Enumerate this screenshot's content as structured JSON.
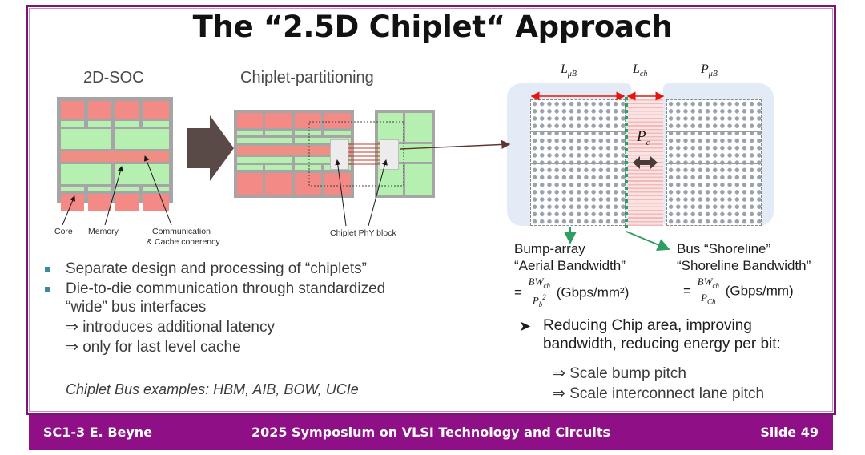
{
  "slide": {
    "title": "The “2.5D Chiplet“ Approach",
    "border_color": "#7a1571",
    "accent_color": "#8e0f86",
    "bullet_marker_color": "#3d8a9e"
  },
  "left_diagram": {
    "soc_heading": "2D-SOC",
    "partition_heading": "Chiplet-partitioning",
    "callouts": {
      "core": "Core",
      "memory": "Memory",
      "communication_line1": "Communication",
      "communication_line2": "& Cache coherency",
      "phy": "Chiplet PhY block"
    },
    "colors": {
      "core": "#f48a85",
      "memory": "#b6f0b0",
      "communication": "#ef8f83",
      "substrate": "#a5a5a5",
      "phy_block": "#e8e8e8",
      "link_lines": "#c0392b"
    }
  },
  "right_diagram": {
    "labels": {
      "l_microbump": "L",
      "l_microbump_sub": "μB",
      "l_channel": "L",
      "l_channel_sub": "ch",
      "p_microbump": "P",
      "p_microbump_sub": "μB",
      "p_channel": "P",
      "p_channel_sub": "c"
    },
    "colors": {
      "blob": "#e3ebf7",
      "bump": "#9aa2ad",
      "channel": "#f2b9b9",
      "dimension_arrow": "#e8140f",
      "green_arrow": "#2f9e63",
      "double_arrow": "#4a3b36"
    }
  },
  "left_bullets": [
    {
      "marker": "square",
      "text": "Separate design and processing of “chiplets”"
    },
    {
      "marker": "square",
      "text": "Die-to-die communication through standardized"
    },
    {
      "marker": "none",
      "text": "“wide” bus interfaces"
    },
    {
      "marker": "none",
      "text": "⇒ introduces additional latency"
    },
    {
      "marker": "none",
      "text": "⇒ only for last level cache"
    }
  ],
  "chiplet_bus_examples": "Chiplet Bus examples:  HBM,  AIB, BOW, UCIe",
  "right_text": {
    "bump_array": {
      "line1": "Bump-array",
      "line2": "“Aerial Bandwidth”",
      "eq_prefix": "=",
      "numerator": "BW",
      "numerator_sub": "ch",
      "denominator": "P",
      "denominator_sub": "b",
      "denominator_sup": "2",
      "unit": "(Gbps/mm²)"
    },
    "shoreline": {
      "line1": "Bus “Shoreline”",
      "line2": "“Shoreline Bandwidth”",
      "eq_prefix": "=",
      "numerator": "BW",
      "numerator_sub": "ch",
      "denominator": "P",
      "denominator_sub": "Ch",
      "unit": "(Gbps/mm)"
    },
    "conclusion": {
      "marker": "➤",
      "line1": "Reducing Chip area, improving",
      "line2": "bandwidth, reducing energy per bit:",
      "sub1": "⇒ Scale bump pitch",
      "sub2": "⇒ Scale interconnect lane pitch"
    }
  },
  "footer": {
    "left": "SC1-3   E. Beyne",
    "center": "2025 Symposium on VLSI Technology and Circuits",
    "right": "Slide 49"
  }
}
